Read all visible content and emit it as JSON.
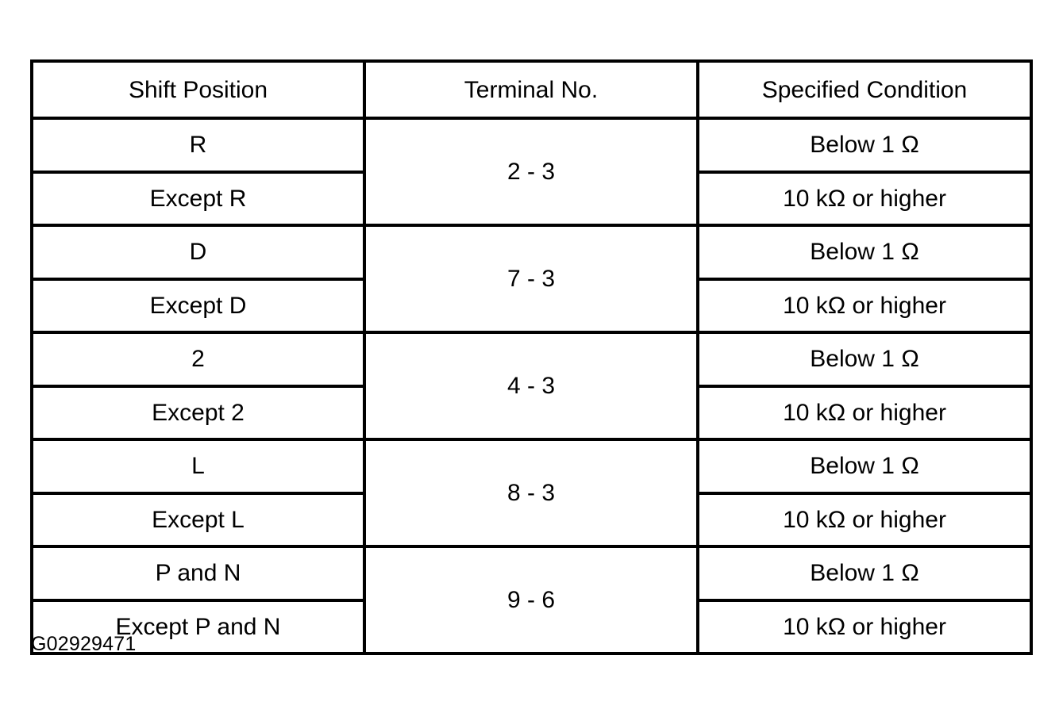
{
  "figure": {
    "caption": "G02929471"
  },
  "table": {
    "columns": [
      {
        "key": "shift_position",
        "label": "Shift Position"
      },
      {
        "key": "terminal_no",
        "label": "Terminal No."
      },
      {
        "key": "specified_condition",
        "label": "Specified Condition"
      }
    ],
    "groups": [
      {
        "terminal_no": "2 - 3",
        "rows": [
          {
            "shift_position": "R",
            "specified_condition": "Below 1 Ω"
          },
          {
            "shift_position": "Except R",
            "specified_condition": "10 kΩ or higher"
          }
        ]
      },
      {
        "terminal_no": "7 - 3",
        "rows": [
          {
            "shift_position": "D",
            "specified_condition": "Below 1 Ω"
          },
          {
            "shift_position": "Except D",
            "specified_condition": "10 kΩ or higher"
          }
        ]
      },
      {
        "terminal_no": "4 - 3",
        "rows": [
          {
            "shift_position": "2",
            "specified_condition": "Below 1 Ω"
          },
          {
            "shift_position": "Except 2",
            "specified_condition": "10 kΩ or higher"
          }
        ]
      },
      {
        "terminal_no": "8 - 3",
        "rows": [
          {
            "shift_position": "L",
            "specified_condition": "Below 1 Ω"
          },
          {
            "shift_position": "Except L",
            "specified_condition": "10 kΩ or higher"
          }
        ]
      },
      {
        "terminal_no": "9 - 6",
        "rows": [
          {
            "shift_position": "P and N",
            "specified_condition": "Below 1 Ω"
          },
          {
            "shift_position": "Except P and N",
            "specified_condition": "10 kΩ or higher"
          }
        ]
      }
    ]
  },
  "colors": {
    "border": "#000000",
    "text": "#000000",
    "background": "#ffffff"
  }
}
